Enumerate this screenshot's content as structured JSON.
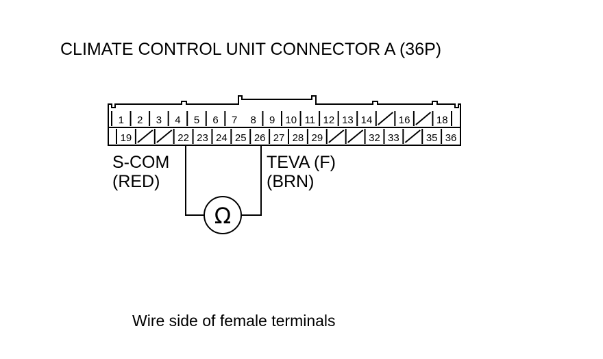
{
  "title": "CLIMATE CONTROL UNIT CONNECTOR A (36P)",
  "connector": {
    "row1": [
      "1",
      "2",
      "3",
      "4",
      "5",
      "6",
      "7",
      "8",
      "9",
      "10",
      "11",
      "12",
      "13",
      "14",
      "",
      "16",
      "",
      "18"
    ],
    "row2": [
      "19",
      "",
      "",
      "22",
      "23",
      "24",
      "25",
      "26",
      "27",
      "28",
      "29",
      "",
      "",
      "32",
      "33",
      "",
      "35",
      "36"
    ]
  },
  "probes": {
    "left": {
      "name": "S-COM",
      "color": "(RED)",
      "pin": "22"
    },
    "right": {
      "name": "TEVA (F)",
      "color": "(BRN)",
      "pin": "26"
    }
  },
  "meter": {
    "symbol": "Ω"
  },
  "caption": "Wire side of female terminals"
}
